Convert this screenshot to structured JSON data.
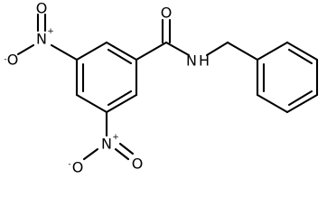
{
  "molecule": {
    "atoms": {
      "carbonyl_o": "O",
      "amide_n": "N",
      "amide_h": "H",
      "nitro1_n": "N",
      "nitro1_n_charge": "+",
      "nitro1_o_double": "O",
      "nitro1_o_single": "O",
      "nitro1_o_charge": "-",
      "nitro2_n": "N",
      "nitro2_n_charge": "+",
      "nitro2_o_double": "O",
      "nitro2_o_single": "O",
      "nitro2_o_charge": "-"
    }
  }
}
